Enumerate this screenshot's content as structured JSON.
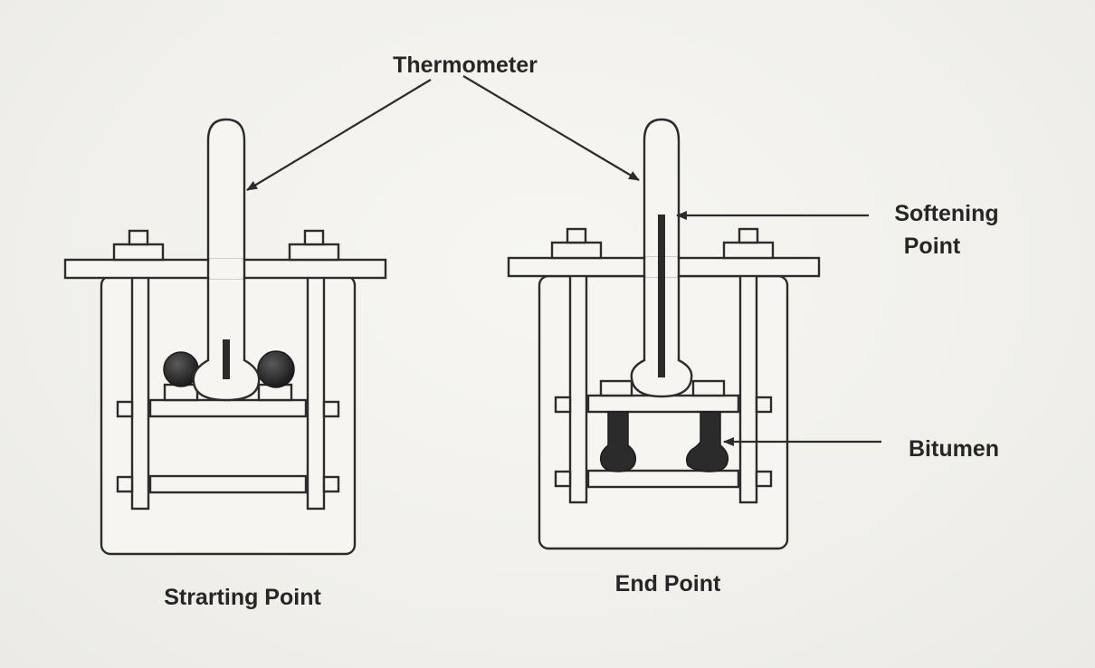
{
  "labels": {
    "thermometer": "Thermometer",
    "softening_line1": "Softening",
    "softening_line2": "Point",
    "bitumen": "Bitumen",
    "start": "Strarting Point",
    "end": "End Point"
  }
}
